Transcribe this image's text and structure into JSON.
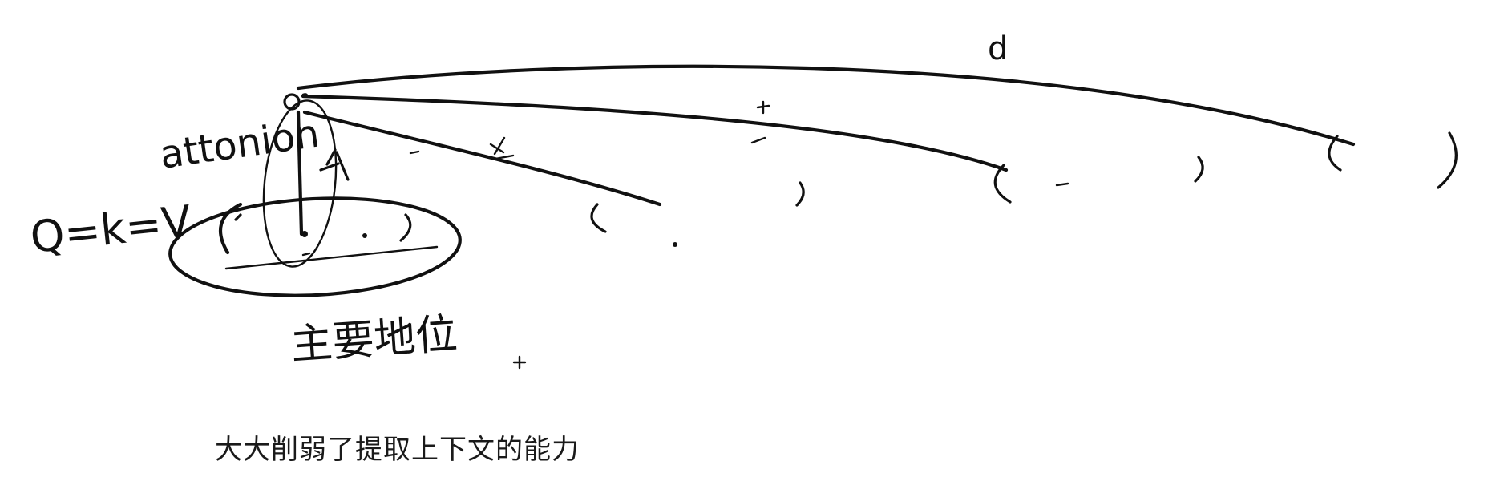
{
  "labels": {
    "attention": "attonion",
    "qkv": "Q=k=V",
    "self_focus": "主要地位",
    "distance_mark": "d"
  },
  "caption": "大大削弱了提取上下文的能力"
}
